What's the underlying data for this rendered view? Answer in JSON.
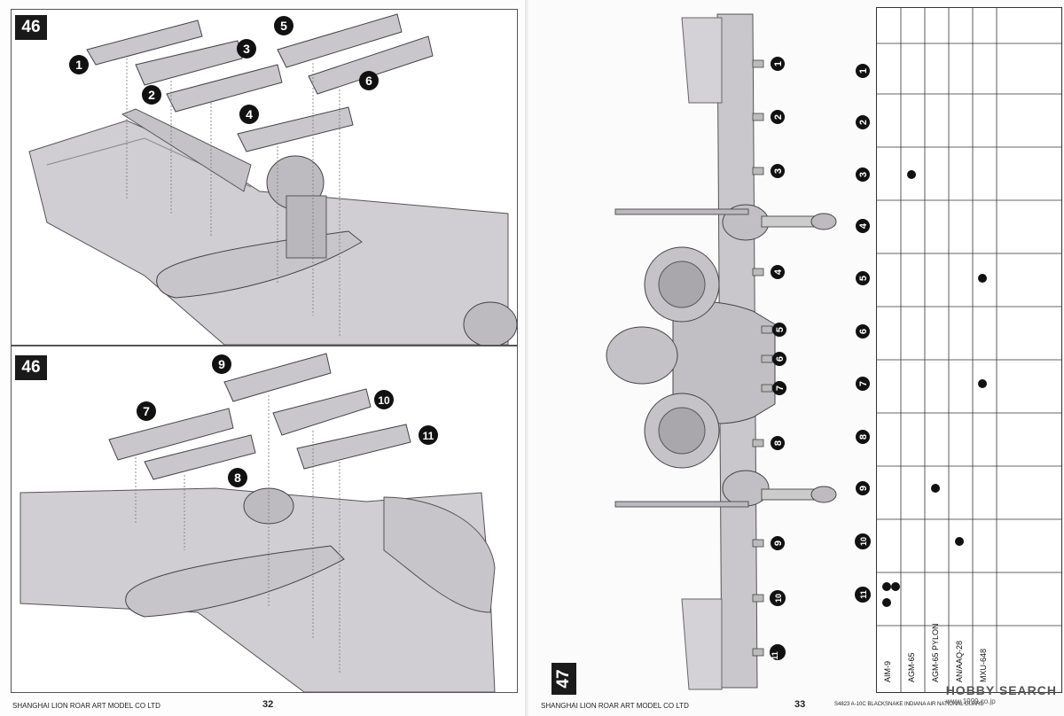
{
  "left_page": {
    "step_top": "46",
    "step_bottom": "46",
    "callouts_top": [
      "1",
      "2",
      "3",
      "4",
      "5",
      "6"
    ],
    "callouts_bottom": [
      "7",
      "8",
      "9",
      "10",
      "11"
    ],
    "footer_company": "SHANGHAI LION ROAR ART MODEL CO LTD",
    "page_number": "32"
  },
  "right_page": {
    "step": "47",
    "station_numbers": [
      "1",
      "2",
      "3",
      "4",
      "5",
      "6",
      "7",
      "8",
      "9",
      "10",
      "11"
    ],
    "table_rows": [
      "1",
      "2",
      "3",
      "4",
      "5",
      "6",
      "7",
      "8",
      "9",
      "10",
      "11"
    ],
    "table_columns": [
      "AIM-9",
      "AGM-65",
      "AGM-65 PYLON",
      "AN/AAQ-28",
      "MXU-648"
    ],
    "footer_company": "SHANGHAI LION ROAR ART MODEL CO LTD",
    "page_number": "33",
    "footer_product": "S4823 A-10C BLACKSNAKE INDIANA AIR NATIONAL GUARD",
    "watermark": "HOBBY SEARCH",
    "watermark_sub": "www.1999.co.jp"
  },
  "colors": {
    "model_grey": "#c9c7cb",
    "line": "#3a3a3a",
    "step_box": "#1a1a1a"
  }
}
